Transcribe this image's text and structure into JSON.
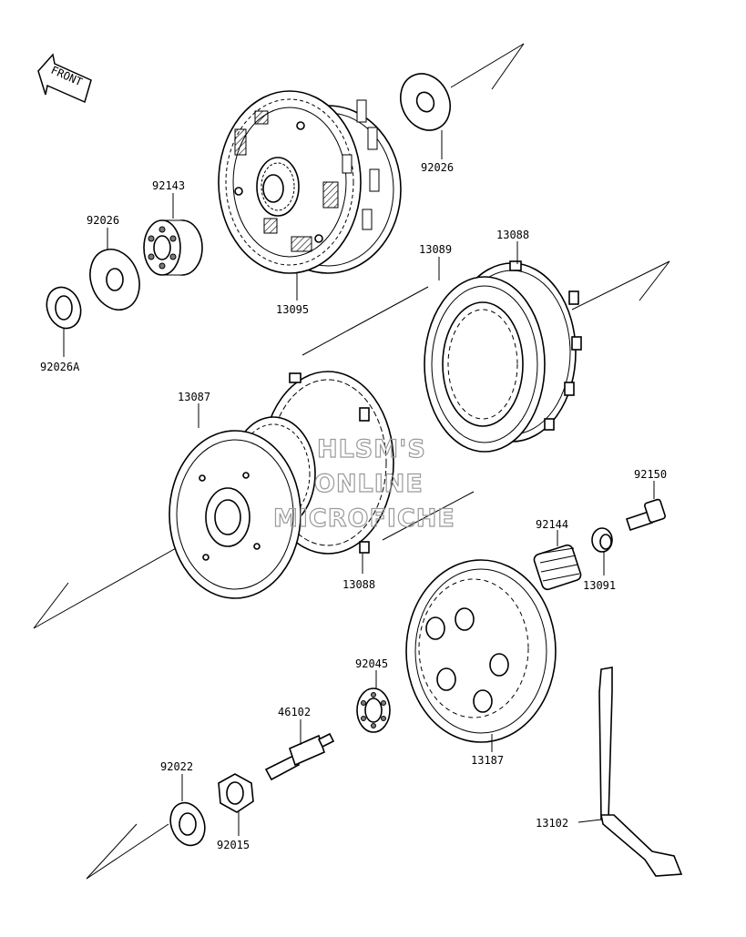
{
  "front_marker": "FRONT",
  "watermark": [
    "HLSM'S",
    "ONLINE",
    "MICROFICHE"
  ],
  "parts": [
    {
      "id": "92026-top",
      "number": "92026",
      "name": "washer"
    },
    {
      "id": "92143",
      "number": "92143",
      "name": "collar-bearing"
    },
    {
      "id": "92026-left",
      "number": "92026",
      "name": "washer"
    },
    {
      "id": "92026A",
      "number": "92026A",
      "name": "washer"
    },
    {
      "id": "13095",
      "number": "13095",
      "name": "clutch-housing"
    },
    {
      "id": "13089",
      "number": "13089",
      "name": "friction-plate"
    },
    {
      "id": "13088-top",
      "number": "13088",
      "name": "steel-plate"
    },
    {
      "id": "13087",
      "number": "13087",
      "name": "clutch-hub"
    },
    {
      "id": "13088-bottom",
      "number": "13088",
      "name": "steel-plate"
    },
    {
      "id": "92150",
      "number": "92150",
      "name": "bolt"
    },
    {
      "id": "92144",
      "number": "92144",
      "name": "spring"
    },
    {
      "id": "13091",
      "number": "13091",
      "name": "spring-holder"
    },
    {
      "id": "92045",
      "number": "92045",
      "name": "ball-bearing"
    },
    {
      "id": "46102",
      "number": "46102",
      "name": "push-rod"
    },
    {
      "id": "13187",
      "number": "13187",
      "name": "pressure-plate"
    },
    {
      "id": "92022",
      "number": "92022",
      "name": "washer"
    },
    {
      "id": "92015",
      "number": "92015",
      "name": "nut"
    },
    {
      "id": "13102",
      "number": "13102",
      "name": "release-lever"
    }
  ]
}
